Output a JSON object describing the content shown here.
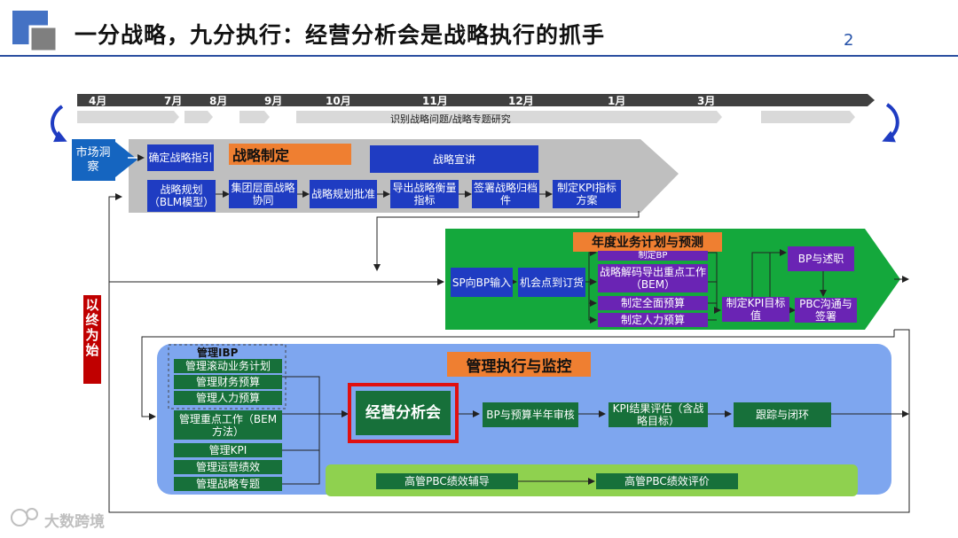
{
  "header": {
    "title": "一分战略，九分执行：经营分析会是战略执行的抓手",
    "page_number": "2"
  },
  "timeline": {
    "months": [
      "4月",
      "7月",
      "8月",
      "9月",
      "10月",
      "11月",
      "12月",
      "1月",
      "3月"
    ],
    "research_bar": "识别战略问题/战略专题研究"
  },
  "side": {
    "market_insight": "市场洞察",
    "start_with_end": "以终为始"
  },
  "strategy": {
    "title": "战略制定",
    "guide": "确定战略指引",
    "announce": "战略宣讲",
    "steps": [
      "战略规划（BLM模型）",
      "集团层面战略协同",
      "战略规划批准",
      "导出战略衡量指标",
      "签署战略归档件",
      "制定KPI指标方案"
    ]
  },
  "annual": {
    "title": "年度业务计划与预测",
    "sp_input": "SP向BP输入",
    "opportunity": "机会点到订货",
    "make_bp": "制定BP",
    "decode": "战略解码导出重点工作（BEM）",
    "full_budget": "制定全面预算",
    "hr_budget": "制定人力预算",
    "kpi_target": "制定KPI目标值",
    "bp_report": "BP与述职",
    "pbc_sign": "PBC沟通与签署"
  },
  "execution": {
    "title": "管理执行与监控",
    "ibp_title": "管理IBP",
    "ibp_items": [
      "管理滚动业务计划",
      "管理财务预算",
      "管理人力预算"
    ],
    "other_items": [
      "管理重点工作（BEM方法）",
      "管理KPI",
      "管理运营绩效",
      "管理战略专题"
    ],
    "meeting": "经营分析会",
    "bp_review": "BP与预算半年审核",
    "kpi_eval": "KPI结果评估（含战略目标）",
    "track": "跟踪与闭环",
    "pbc_coach": "高管PBC绩效辅导",
    "pbc_eval": "高管PBC绩效评价"
  },
  "watermark": {
    "text": "大数跨境"
  },
  "colors": {
    "blue": "#1f3cc2",
    "purple": "#6a24b4",
    "green": "#14a83c",
    "light_green": "#8fd14f",
    "orange": "#ef7f31",
    "periwinkle": "#7ea6ef",
    "red": "#e01010"
  }
}
